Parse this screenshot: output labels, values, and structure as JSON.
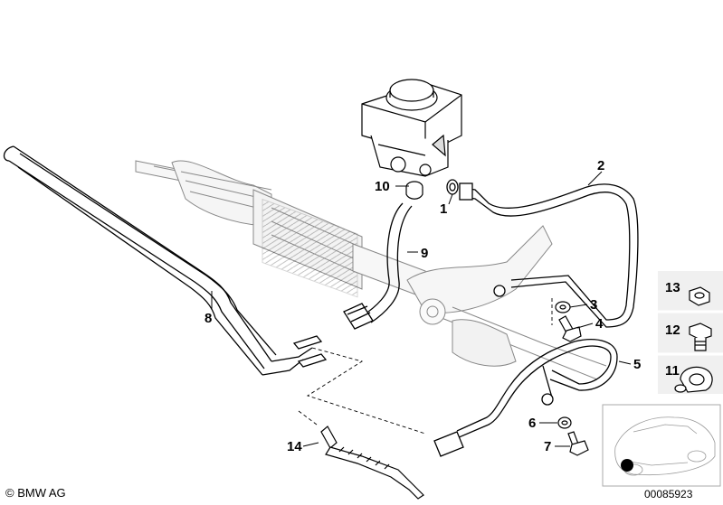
{
  "callouts": {
    "n1": "1",
    "n2": "2",
    "n3": "3",
    "n4": "4",
    "n5": "5",
    "n6": "6",
    "n7": "7",
    "n8": "8",
    "n9": "9",
    "n10": "10",
    "n11": "11",
    "n12": "12",
    "n13": "13",
    "n14": "14"
  },
  "footer": {
    "copyright": "© BMW AG",
    "diagram_number": "00085923"
  },
  "colors": {
    "line": "#000000",
    "parts_panel": "#f0f0f0",
    "panel_border": "#cfcfcf",
    "marker": "#000000"
  }
}
